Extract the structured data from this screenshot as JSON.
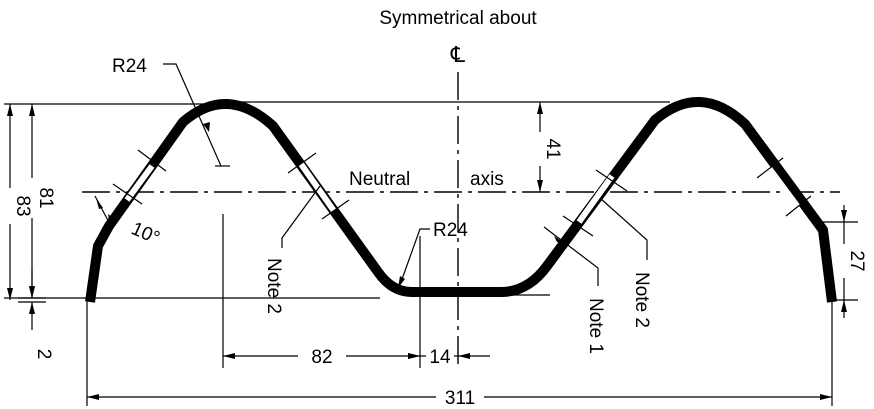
{
  "title": "Symmetrical about",
  "centerline_symbol": "℄",
  "neutral_axis_label_1": "Neutral",
  "neutral_axis_label_2": "axis",
  "dimensions": {
    "radius_top": "R24",
    "radius_bottom": "R24",
    "angle": "10°",
    "h81": "81",
    "h83": "83",
    "v41": "41",
    "h2": "2",
    "h27": "27",
    "w82": "82",
    "w14": "14",
    "w311": "311"
  },
  "notes": {
    "left_note2": "Note 2",
    "right_note1": "Note 1",
    "right_note2": "Note 2"
  }
}
